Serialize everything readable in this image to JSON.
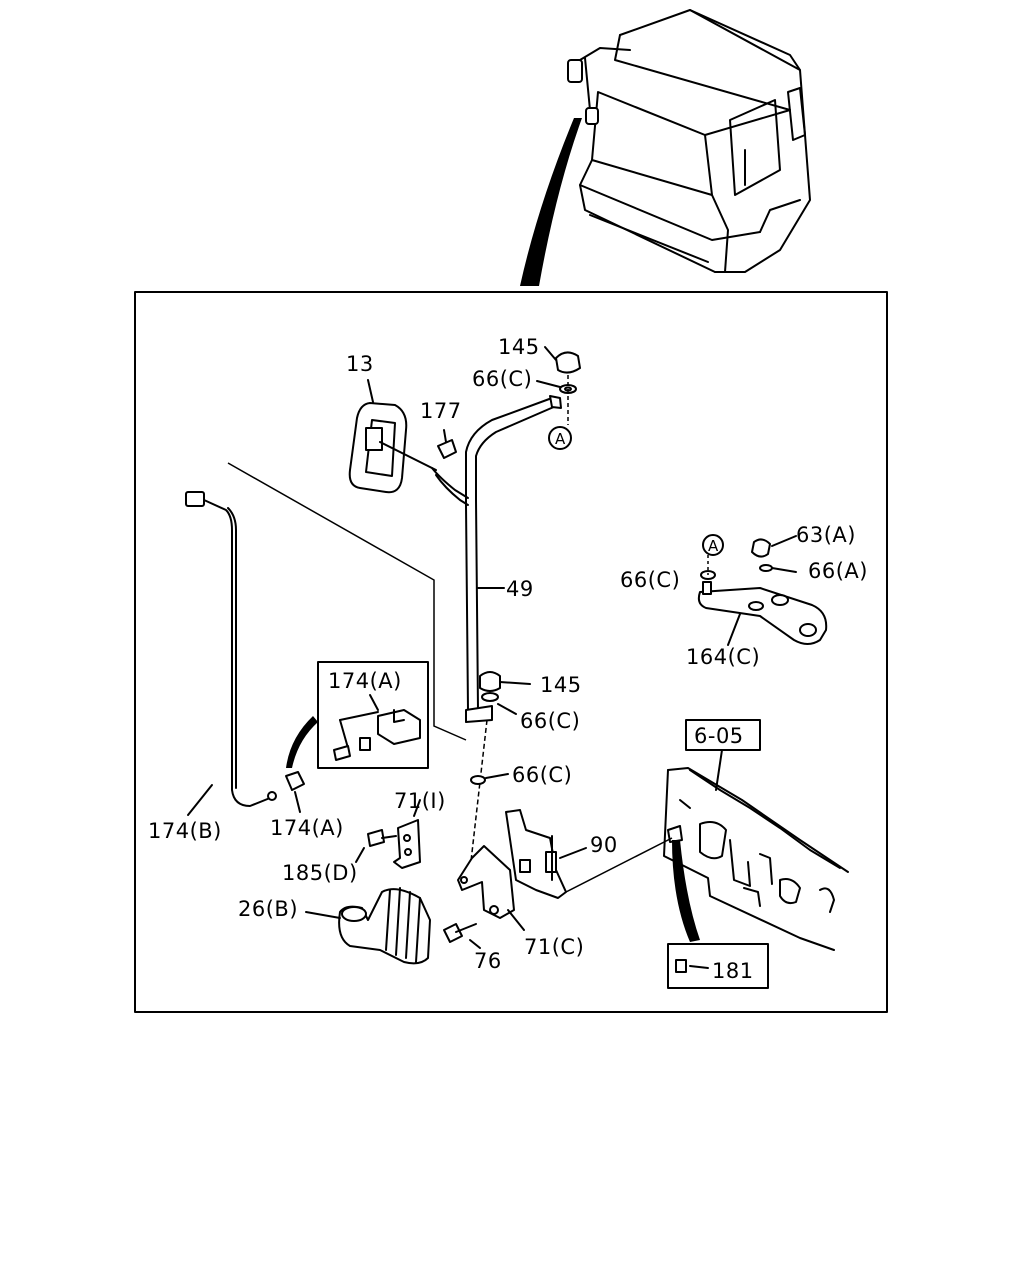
{
  "labels": {
    "p145_top": "145",
    "p66c_top": "66(C)",
    "p13": "13",
    "p177": "177",
    "circle_a_top": "A",
    "p63a": "63(A)",
    "circle_a_right": "A",
    "p66c_right": "66(C)",
    "p66a": "66(A)",
    "p49": "49",
    "p164c": "164(C)",
    "p174a_inset": "174(A)",
    "p145_mid": "145",
    "p66c_mid": "66(C)",
    "p6_05": "6-05",
    "p66c_low": "66(C)",
    "p71i": "71(I)",
    "p90": "90",
    "p174b": "174(B)",
    "p174a": "174(A)",
    "p185d": "185(D)",
    "p26b": "26(B)",
    "p76": "76",
    "p71c": "71(C)",
    "p181": "181"
  }
}
